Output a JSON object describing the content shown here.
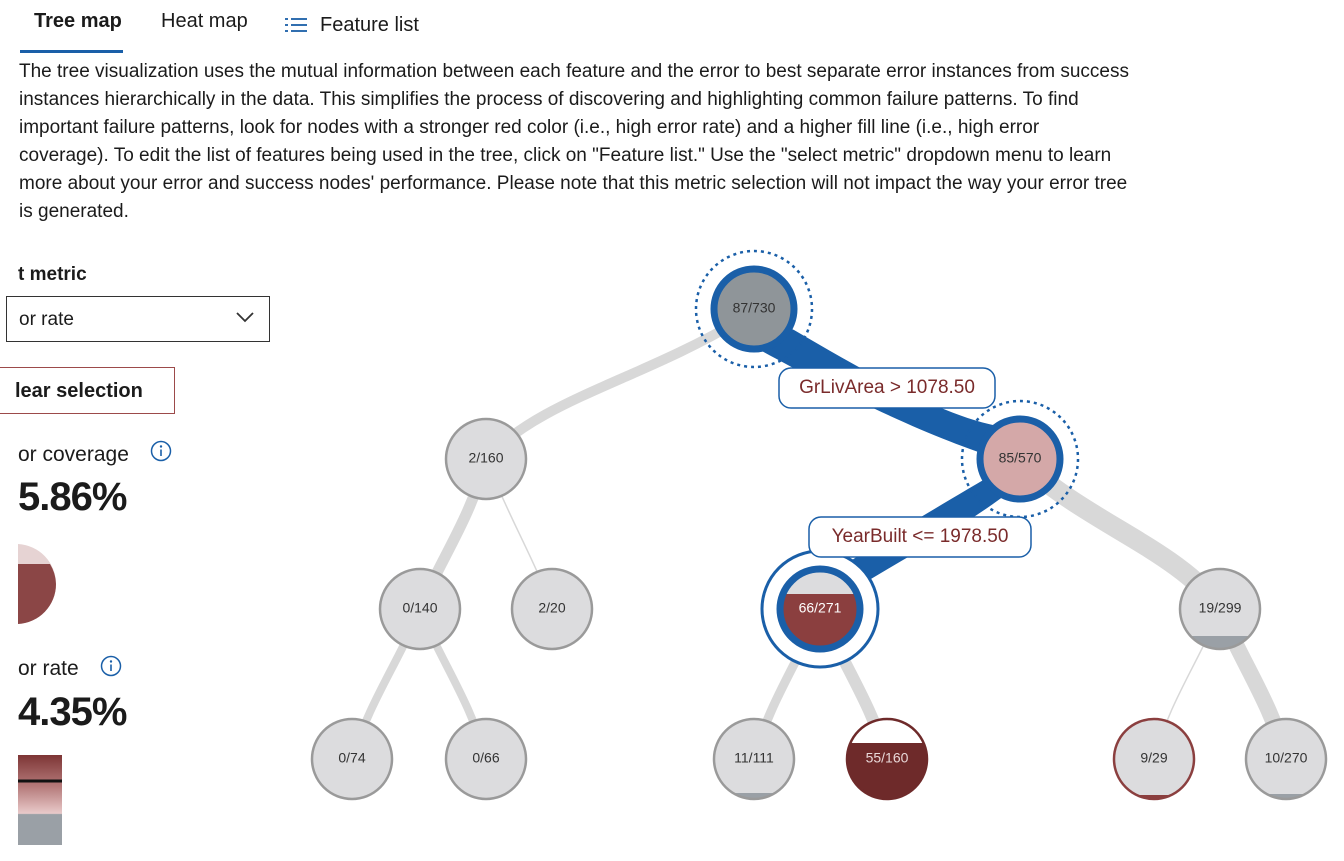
{
  "tabs": [
    {
      "label": "Tree map",
      "active": true
    },
    {
      "label": "Heat map",
      "active": false
    },
    {
      "label": "Feature list",
      "active": false,
      "icon": "list-icon"
    }
  ],
  "description": "The tree visualization uses the mutual information between each feature and the error to best separate error instances from success instances hierarchically in the data. This simplifies the process of discovering and highlighting common failure patterns. To find important failure patterns, look for nodes with a stronger red color (i.e., high error rate) and a higher fill line (i.e., high error coverage). To edit the list of features being used in the tree, click on \"Feature list.\" Use the \"select metric\" dropdown menu to learn more about your error and success nodes' performance. Please note that this metric selection will not impact the way your error tree is generated.",
  "left_panel": {
    "metric_label": "t metric",
    "dropdown_value": "or rate",
    "clear_button": "lear selection",
    "coverage_label": "or coverage",
    "coverage_value": "5.86%",
    "rate_label": "or rate",
    "rate_value": "4.35%"
  },
  "colors": {
    "accent": "#1a5fa8",
    "error_dark": "#7a2f2f",
    "node_gray": "#dcdcde",
    "edge_gray": "#d7d7d7"
  },
  "tree": {
    "nodes": [
      {
        "id": "root",
        "label": "87/730",
        "style": "selected-root"
      },
      {
        "id": "left",
        "label": "2/160",
        "style": "plain"
      },
      {
        "id": "right",
        "label": "85/570",
        "style": "selected"
      },
      {
        "id": "ll",
        "label": "0/140",
        "style": "plain"
      },
      {
        "id": "lr",
        "label": "2/20",
        "style": "plain"
      },
      {
        "id": "rl",
        "label": "66/271",
        "style": "selected-leaf"
      },
      {
        "id": "rr",
        "label": "19/299",
        "style": "plain"
      },
      {
        "id": "lll",
        "label": "0/74",
        "style": "plain"
      },
      {
        "id": "llr",
        "label": "0/66",
        "style": "plain"
      },
      {
        "id": "rll",
        "label": "11/111",
        "style": "plain"
      },
      {
        "id": "rlr",
        "label": "55/160",
        "style": "dark"
      },
      {
        "id": "rrl",
        "label": "9/29",
        "style": "red-outline"
      },
      {
        "id": "rrr",
        "label": "10/270",
        "style": "plain"
      }
    ],
    "conditions": [
      {
        "label": "GrLivArea > 1078.50"
      },
      {
        "label": "YearBuilt <= 1978.50"
      }
    ]
  }
}
